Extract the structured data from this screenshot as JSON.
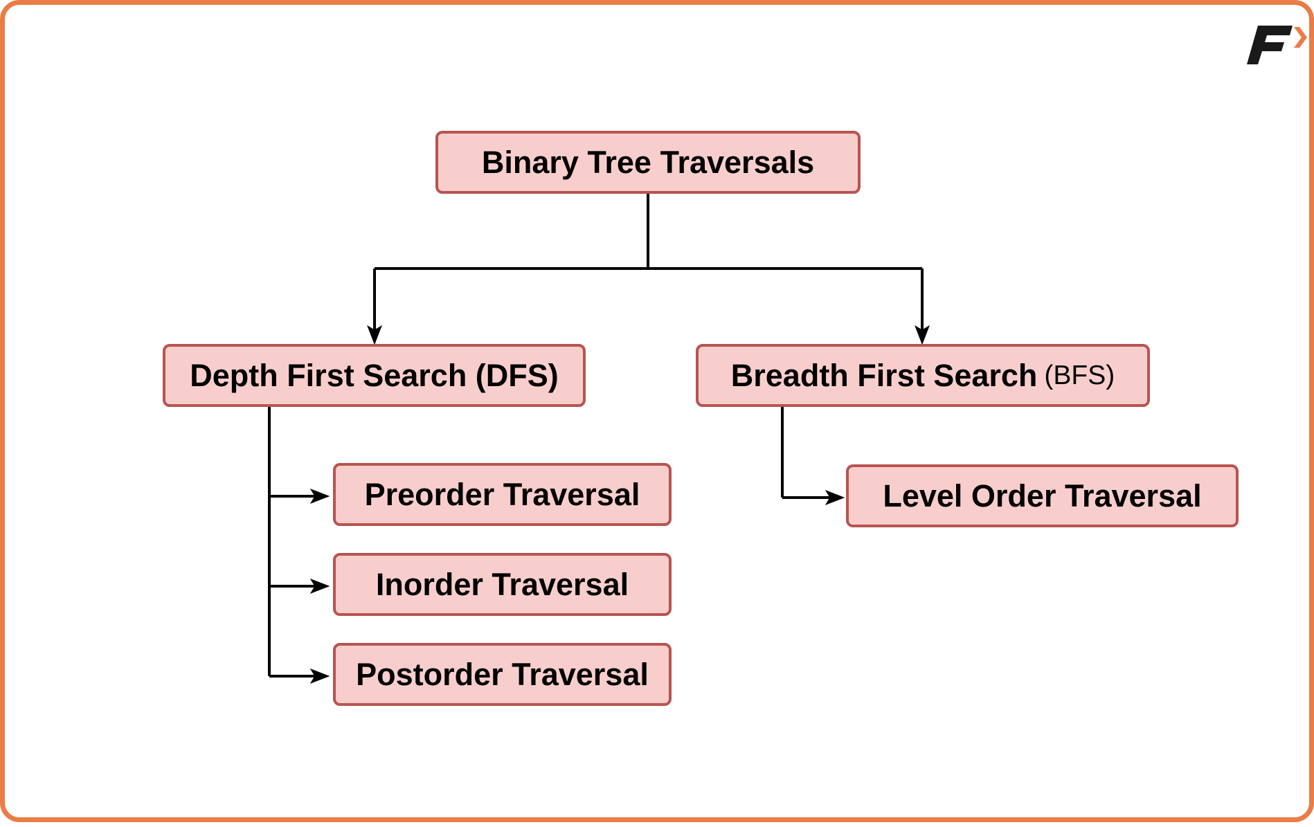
{
  "diagram": {
    "root": {
      "label": "Binary Tree Traversals"
    },
    "dfs": {
      "label": "Depth First Search (DFS)"
    },
    "bfs": {
      "label": "Breadth First Search",
      "suffix": "(BFS)"
    },
    "dfs_children": [
      {
        "label": "Preorder Traversal"
      },
      {
        "label": "Inorder Traversal"
      },
      {
        "label": "Postorder Traversal"
      }
    ],
    "bfs_children": [
      {
        "label": "Level Order Traversal"
      }
    ]
  },
  "colors": {
    "frame": "#ea7c45",
    "node_fill": "#f8cecc",
    "node_border": "#b85450",
    "connector": "#000000",
    "logo_dark": "#1a1a1a",
    "logo_accent": "#ea7c45"
  },
  "logo": {
    "icon": "brand-logo-icon"
  }
}
